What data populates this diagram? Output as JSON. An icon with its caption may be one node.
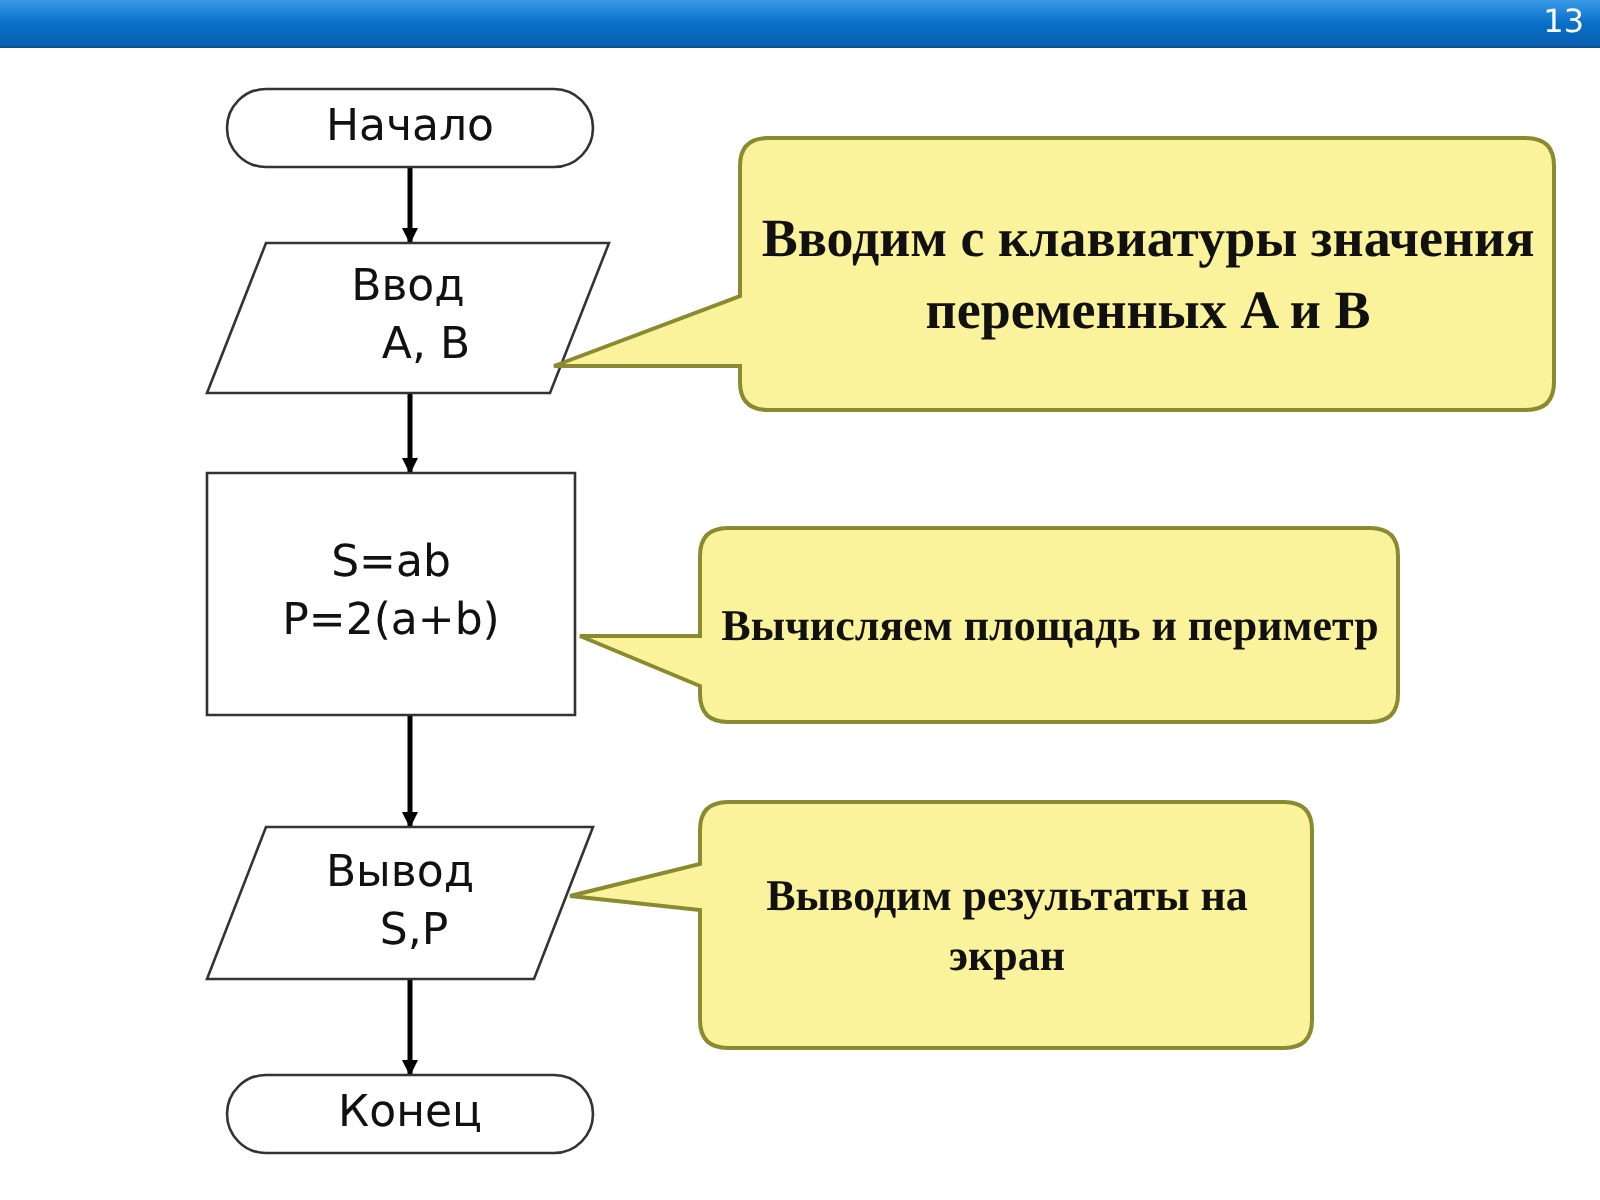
{
  "diagram": {
    "nodes": [
      {
        "text": [
          "Начало"
        ]
      },
      {
        "text": [
          "Ввод",
          "A, B"
        ]
      },
      {
        "text": [
          "S=ab",
          "P=2(a+b)"
        ]
      },
      {
        "text": [
          "Вывод",
          "S,P"
        ]
      },
      {
        "text": [
          "Конец"
        ]
      },
      {
        "text": [
          "Вводим с клавиатуры значения переменных A и B"
        ]
      },
      {
        "text": [
          "Вычисляем площадь и периметр"
        ]
      },
      {
        "text": [
          "Выводим результаты на экран"
        ]
      }
    ],
    "edges": [
      {
        "from": 0,
        "to": 1,
        "arrow": "to"
      },
      {
        "from": 1,
        "to": 2,
        "arrow": "to"
      },
      {
        "from": 2,
        "to": 3,
        "arrow": "to"
      },
      {
        "from": 3,
        "to": 4,
        "arrow": "to"
      }
    ],
    "labels": [
      "13"
    ]
  }
}
